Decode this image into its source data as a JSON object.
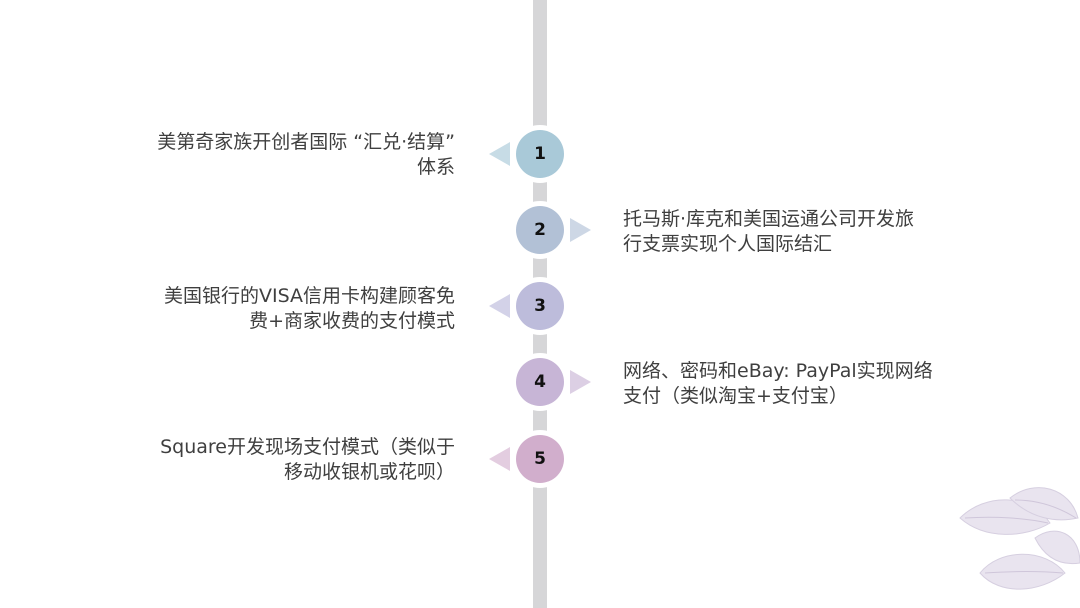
{
  "timeline": {
    "items": [
      {
        "number": "1",
        "lines": [
          "美第奇家族开创者国际 “汇兑·结算”",
          "体系"
        ],
        "color": "#a9c9d8",
        "arrow_color": "#c7dce6"
      },
      {
        "number": "2",
        "lines": [
          "托马斯·库克和美国运通公司开发旅",
          "行支票实现个人国际结汇"
        ],
        "color": "#b2c1d6",
        "arrow_color": "#cdd7e5"
      },
      {
        "number": "3",
        "lines": [
          "美国银行的VISA信用卡构建顾客免",
          "费+商家收费的支付模式"
        ],
        "color": "#bdbcdb",
        "arrow_color": "#d3d2e8"
      },
      {
        "number": "4",
        "lines": [
          "网络、密码和eBay: PayPal实现网络",
          "支付（类似淘宝+支付宝）"
        ],
        "color": "#c7b5d6",
        "arrow_color": "#dccfe4"
      },
      {
        "number": "5",
        "lines": [
          "Square开发现场支付模式（类似于",
          "移动收银机或花呗）"
        ],
        "color": "#d1aecc",
        "arrow_color": "#e3cde0"
      }
    ]
  },
  "decoration": {
    "icon": "leaves-icon"
  }
}
